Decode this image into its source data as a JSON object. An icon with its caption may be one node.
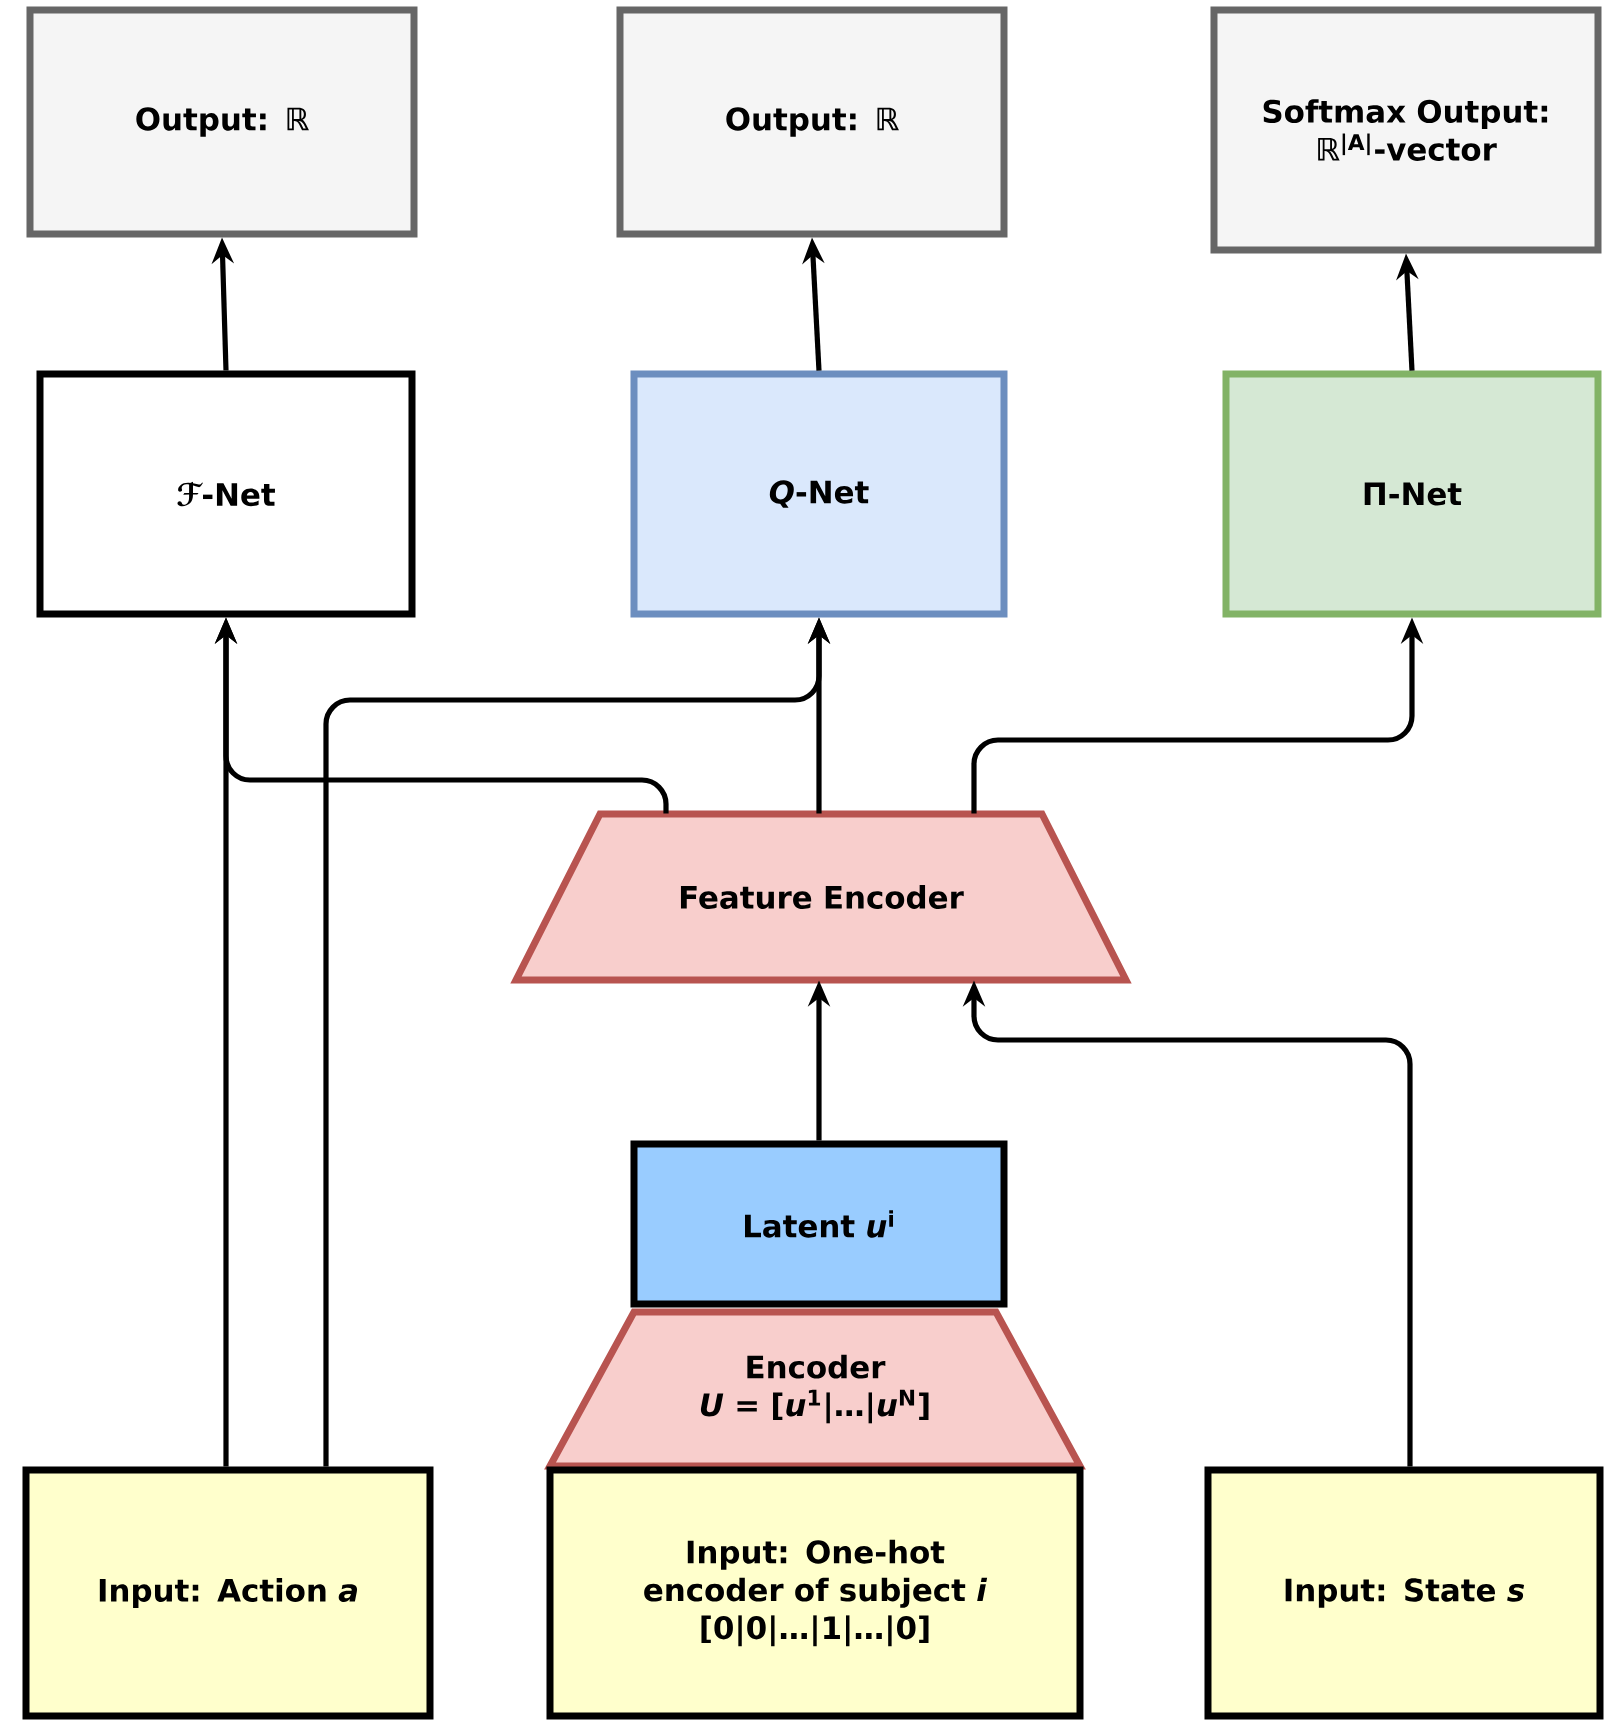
{
  "diagram": {
    "nodes": [
      {
        "text": [
          "Output: ℝ"
        ]
      },
      {
        "text": [
          "Output: ℝ"
        ]
      },
      {
        "text": [
          "Softmax Output: ℝ$^{|A|}$-vector"
        ]
      },
      {
        "text": [
          "ℱ-Net"
        ]
      },
      {
        "text": [
          "*Q*-Net"
        ]
      },
      {
        "text": [
          "Π-Net"
        ]
      },
      {
        "text": [
          "Feature Encoder"
        ]
      },
      {
        "text": [
          "Latent *u*$^{i}$"
        ]
      },
      {
        "text": [
          "Encoder",
          "*U* = [*u*$^{1}$|…|*u*$^{N}$]"
        ]
      },
      {
        "text": [
          "Input: Action *a*"
        ]
      },
      {
        "text": [
          "Input: One-hot encoder of subject *i*",
          "[0|0|…|1|…|0]"
        ]
      },
      {
        "text": [
          "Input: State *s*"
        ]
      }
    ],
    "edges": [
      {
        "from": 3,
        "to": 0,
        "arrow": "to"
      },
      {
        "from": 4,
        "to": 1,
        "arrow": "to"
      },
      {
        "from": 5,
        "to": 2,
        "arrow": "to"
      },
      {
        "from": 6,
        "to": 3,
        "arrow": "to"
      },
      {
        "from": 6,
        "to": 4,
        "arrow": "to"
      },
      {
        "from": 6,
        "to": 5,
        "arrow": "to"
      },
      {
        "from": 9,
        "to": 3,
        "arrow": "to"
      },
      {
        "from": 9,
        "to": 4,
        "arrow": "to"
      },
      {
        "from": 7,
        "to": 6,
        "arrow": "to"
      },
      {
        "from": 11,
        "to": 6,
        "arrow": "to"
      }
    ]
  }
}
